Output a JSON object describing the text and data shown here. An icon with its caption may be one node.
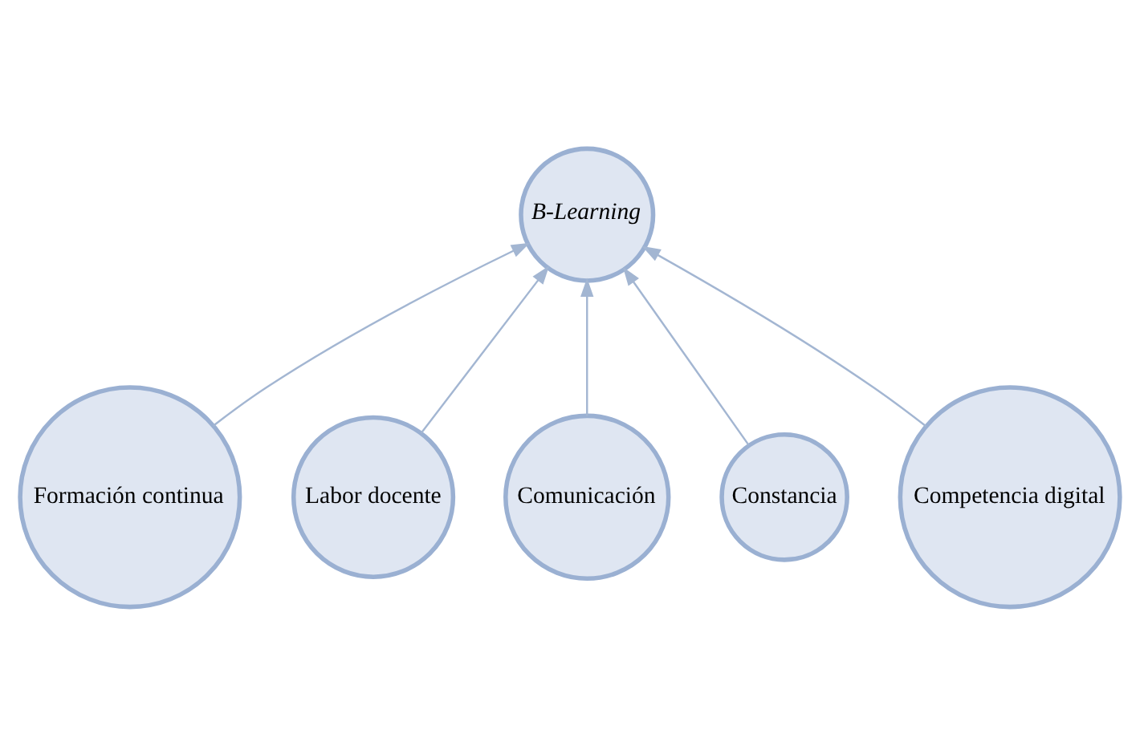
{
  "diagram": {
    "nodes": [
      {
        "text": [
          "B-Learning"
        ]
      },
      {
        "text": [
          "Formación continua"
        ]
      },
      {
        "text": [
          "Labor docente"
        ]
      },
      {
        "text": [
          "Comunicación"
        ]
      },
      {
        "text": [
          "Constancia"
        ]
      },
      {
        "text": [
          "Competencia digital"
        ]
      }
    ],
    "edges": [
      {
        "from": 1,
        "to": 0,
        "arrow": "to"
      },
      {
        "from": 2,
        "to": 0,
        "arrow": "to"
      },
      {
        "from": 3,
        "to": 0,
        "arrow": "to"
      },
      {
        "from": 4,
        "to": 0,
        "arrow": "to"
      },
      {
        "from": 5,
        "to": 0,
        "arrow": "to"
      }
    ]
  }
}
